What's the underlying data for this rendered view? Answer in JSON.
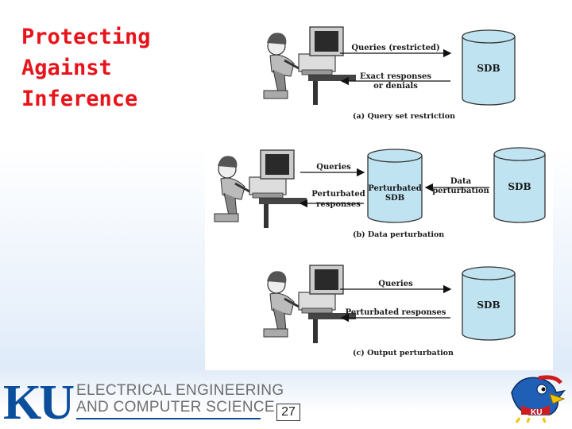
{
  "slide": {
    "title": "Protecting\nAgainst\nInference",
    "page_number": "27"
  },
  "diagram": {
    "panel_a": {
      "queries": "Queries (restricted)",
      "responses_1": "Exact responses",
      "responses_2": "or denials",
      "db": "SDB",
      "caption": "(a) Query set restriction"
    },
    "panel_b": {
      "queries": "Queries",
      "responses_1": "Perturbated",
      "responses_2": "responses",
      "perturbed_db_1": "Perturbated",
      "perturbed_db_2": "SDB",
      "data_1": "Data",
      "data_2": "perturbation",
      "db": "SDB",
      "caption": "(b) Data perturbation"
    },
    "panel_c": {
      "queries": "Queries",
      "responses": "Perturbated responses",
      "db": "SDB",
      "caption": "(c) Output perturbation"
    }
  },
  "footer": {
    "logo_text": "KU",
    "dept_line1": "ELECTRICAL ENGINEERING",
    "dept_line2": "AND COMPUTER SCIENCE",
    "mascot": "jayhawk-mascot"
  },
  "colors": {
    "title": "#e8141b",
    "ku_blue": "#0b4f9c",
    "db_fill": "#bfe3f1"
  }
}
